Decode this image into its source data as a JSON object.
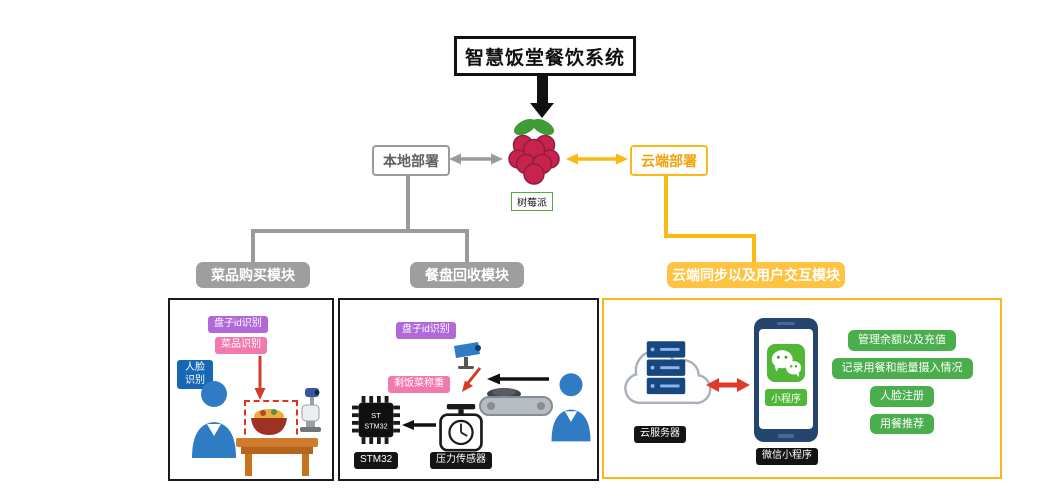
{
  "title": "智慧饭堂餐饮系统",
  "raspberry": {
    "label": "树莓派"
  },
  "deploy": {
    "local": "本地部署",
    "cloud": "云端部署"
  },
  "modules": {
    "purchase": "菜品购买模块",
    "recycle": "餐盘回收模块",
    "cloud_sync": "云端同步以及用户交互模块"
  },
  "panel1": {
    "plate_id": "盘子id识别",
    "dish": "菜品识别",
    "face": "人脸识别"
  },
  "panel2": {
    "plate_id": "盘子id识别",
    "leftover": "剩饭菜称重",
    "pressure": "压力传感器",
    "stm32": "STM32",
    "chip_line1": "ST",
    "chip_line2": "STM32"
  },
  "panel3": {
    "server": "云服务器",
    "mini_program": "小程序",
    "wechat": "微信小程序",
    "buttons": [
      "管理余额以及充值",
      "记录用餐和能量摄入情况",
      "人脸注册",
      "用餐推荐"
    ]
  },
  "colors": {
    "accent_yellow": "#f9b812",
    "accent_gray": "#9e9e9e",
    "wechat_green": "#50b836",
    "alert_red": "#e0301e"
  }
}
